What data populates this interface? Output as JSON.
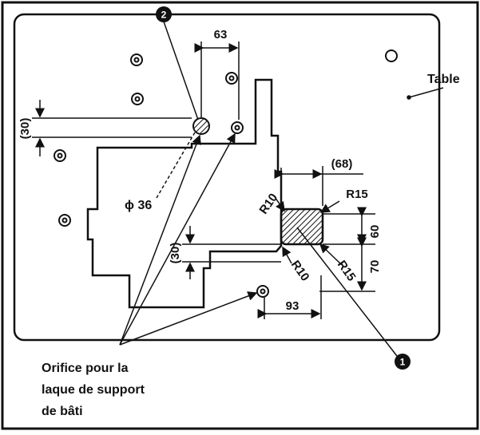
{
  "labels": {
    "table": "Table",
    "diameter": "ϕ 36",
    "caption_line1": "Orifice pour la",
    "caption_line2": "laque de support",
    "caption_line3": "de bâti"
  },
  "markers": {
    "one": "1",
    "two": "2"
  },
  "dimensions": {
    "d63": "63",
    "d30_left": "(30)",
    "d68": "(68)",
    "r10_top": "R10",
    "r15_top": "R15",
    "d60": "60",
    "d70": "70",
    "d30_mid": "(30)",
    "r10_bottom": "R10",
    "r15_bottom": "R15",
    "d93": "93"
  },
  "colors": {
    "ink": "#111111",
    "paper": "#ffffff"
  }
}
